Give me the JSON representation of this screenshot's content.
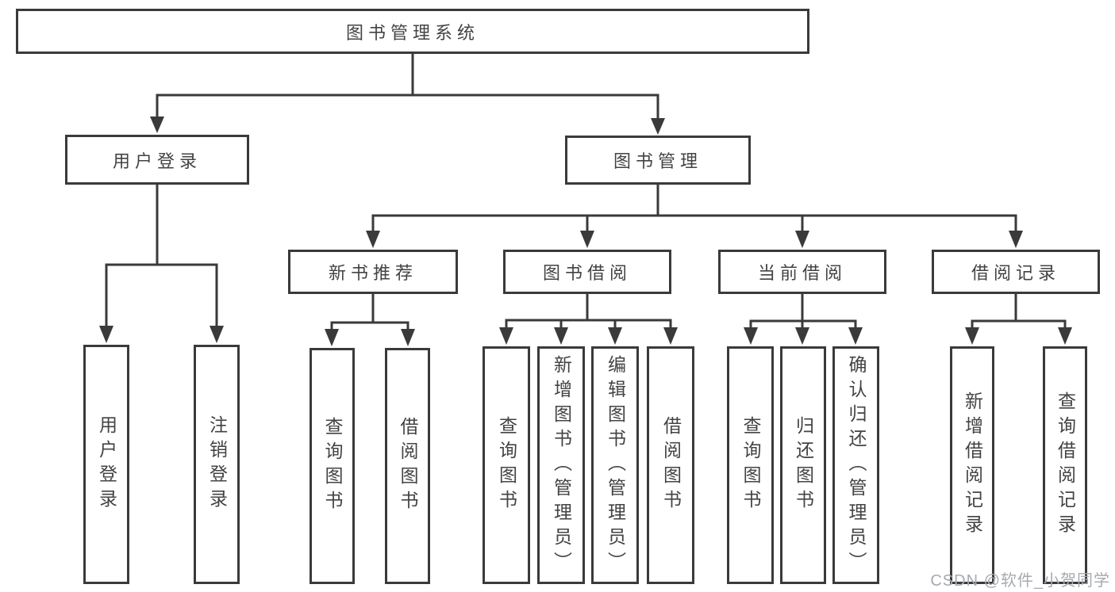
{
  "diagram": {
    "title": "图书管理系统",
    "nodes": {
      "root": "图书管理系统",
      "user_login": "用户登录",
      "book_management": "图书管理",
      "new_books": "新书推荐",
      "book_borrow": "图书借阅",
      "current_borrow": "当前借阅",
      "borrow_records": "借阅记录",
      "leaves": {
        "user_login": [
          "用户登录",
          "注销登录"
        ],
        "new_books": [
          "查询图书",
          "借阅图书"
        ],
        "book_borrow": [
          "查询图书",
          "新增图书（管理员）",
          "编辑图书（管理员）",
          "借阅图书"
        ],
        "current_borrow": [
          "查询图书",
          "归还图书",
          "确认归还（管理员）"
        ],
        "borrow_records": [
          "新增借阅记录",
          "查询借阅记录"
        ]
      }
    },
    "colors": {
      "line": "#3a3a3a",
      "text": "#434343",
      "background": "#ffffff",
      "watermark": "#a6aab0"
    }
  },
  "watermark": {
    "text": "CSDN @软件_小贺同学"
  }
}
